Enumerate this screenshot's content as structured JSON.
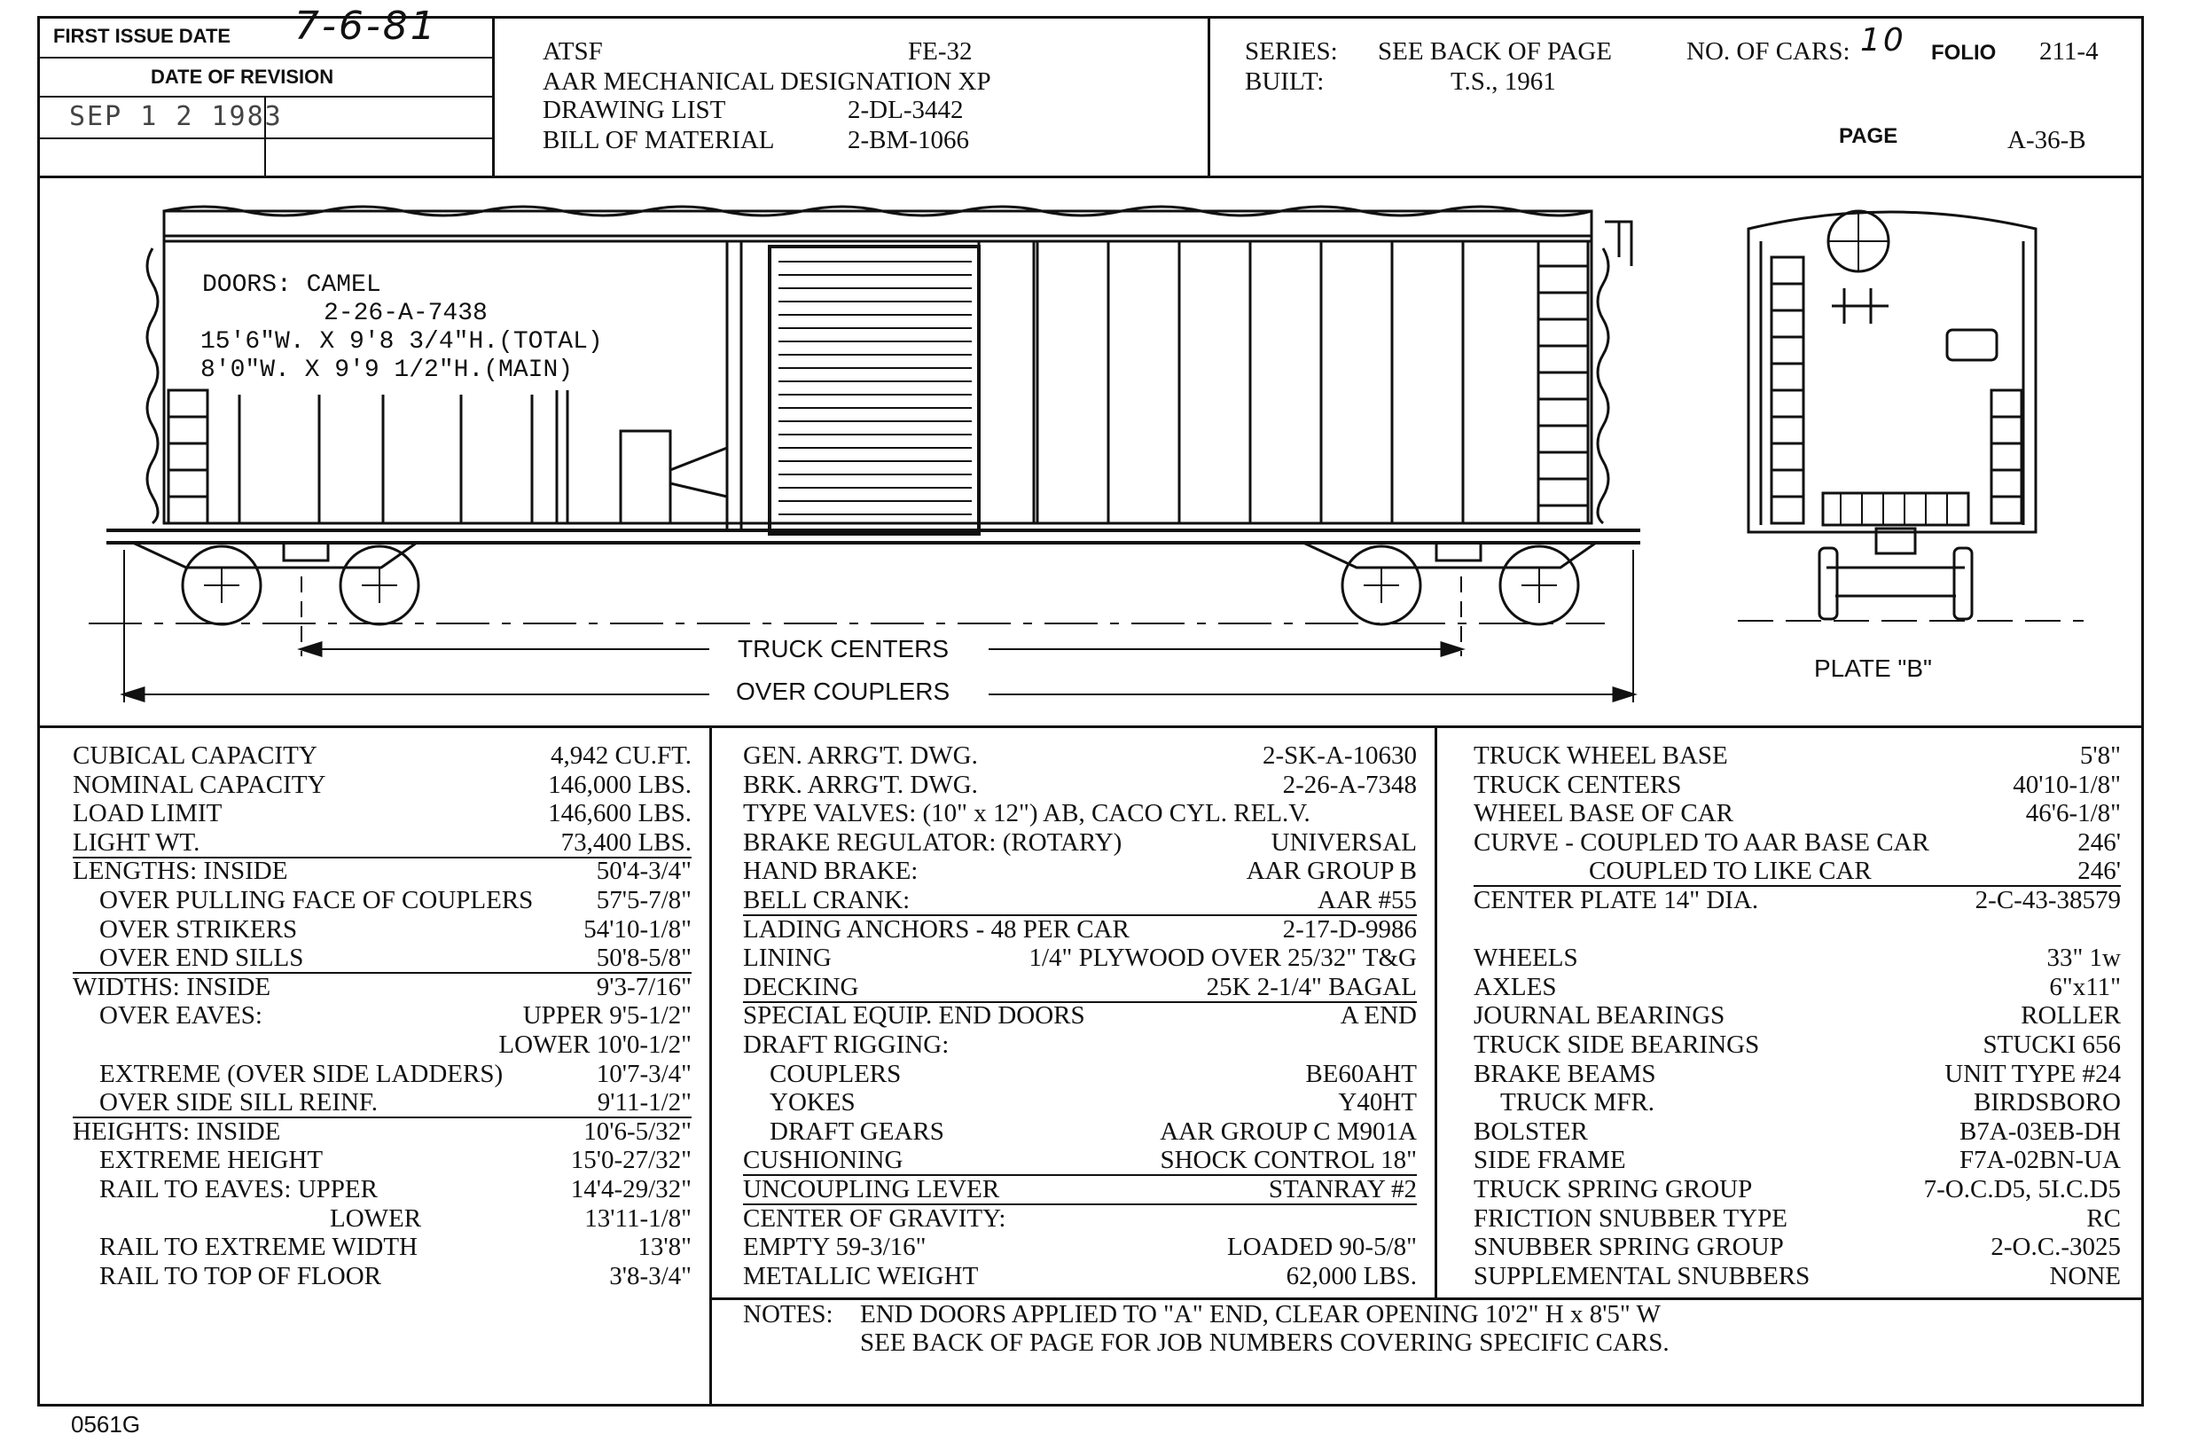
{
  "header": {
    "first_issue_label": "FIRST ISSUE DATE",
    "first_issue_date": "7-6-81",
    "date_of_revision_label": "DATE OF REVISION",
    "revision_stamp": "SEP 1 2 1983",
    "road": "ATSF",
    "class_code": "FE-32",
    "aar_designation": "AAR MECHANICAL DESIGNATION  XP",
    "drawing_list_label": "DRAWING LIST",
    "drawing_list_value": "2-DL-3442",
    "bill_label": "BILL OF MATERIAL",
    "bill_value": "2-BM-1066",
    "series_label": "SERIES:",
    "series_value": "SEE BACK OF PAGE",
    "built_label": "BUILT:",
    "built_value": "T.S., 1961",
    "cars_label": "NO. OF CARS:",
    "cars_value": "10",
    "folio_label": "FOLIO",
    "folio_value": "211-4",
    "page_label": "PAGE",
    "page_value": "A-36-B"
  },
  "drawing": {
    "doors_label": "DOORS: CAMEL",
    "doors_drawing": "2-26-A-7438",
    "doors_total": "15'6\"W. X 9'8 3/4\"H.(TOTAL)",
    "doors_main": "8'0\"W. X 9'9 1/2\"H.(MAIN)",
    "truck_centers": "TRUCK CENTERS",
    "over_couplers": "OVER COUPLERS",
    "plate": "PLATE \"B\""
  },
  "col1": [
    {
      "l": "CUBICAL CAPACITY",
      "r": "4,942 CU.FT.",
      "ul": false,
      "indent": 0
    },
    {
      "l": "NOMINAL CAPACITY",
      "r": "146,000 LBS.",
      "ul": false,
      "indent": 0
    },
    {
      "l": "LOAD LIMIT",
      "r": "146,600 LBS.",
      "ul": false,
      "indent": 0
    },
    {
      "l": "LIGHT WT.",
      "r": "73,400 LBS.",
      "ul": true,
      "indent": 0
    },
    {
      "l": "LENGTHS:  INSIDE",
      "r": "50'4-3/4\"",
      "ul": false,
      "indent": 0
    },
    {
      "l": "OVER PULLING FACE OF COUPLERS",
      "r": "57'5-7/8\"",
      "ul": false,
      "indent": 30
    },
    {
      "l": "OVER STRIKERS",
      "r": "54'10-1/8\"",
      "ul": false,
      "indent": 30
    },
    {
      "l": "OVER END SILLS",
      "r": "50'8-5/8\"",
      "ul": true,
      "indent": 30
    },
    {
      "l": "WIDTHS:  INSIDE",
      "r": "9'3-7/16\"",
      "ul": false,
      "indent": 0
    },
    {
      "l": "OVER EAVES:",
      "r": "UPPER 9'5-1/2\"",
      "ul": false,
      "indent": 30
    },
    {
      "l": "",
      "r": "LOWER 10'0-1/2\"",
      "ul": false,
      "indent": 30
    },
    {
      "l": "EXTREME (OVER SIDE LADDERS)",
      "r": "10'7-3/4\"",
      "ul": false,
      "indent": 30
    },
    {
      "l": "OVER SIDE SILL REINF.",
      "r": "9'11-1/2\"",
      "ul": true,
      "indent": 30
    },
    {
      "l": "HEIGHTS:  INSIDE",
      "r": "10'6-5/32\"",
      "ul": false,
      "indent": 0
    },
    {
      "l": "EXTREME HEIGHT",
      "r": "15'0-27/32\"",
      "ul": false,
      "indent": 30
    },
    {
      "l": "RAIL TO EAVES:  UPPER",
      "r": "14'4-29/32\"",
      "ul": false,
      "indent": 30
    },
    {
      "l": "LOWER",
      "r": "13'11-1/8\"",
      "ul": false,
      "indent": 290
    },
    {
      "l": "RAIL TO EXTREME WIDTH",
      "r": "13'8\"",
      "ul": false,
      "indent": 30
    },
    {
      "l": "RAIL TO TOP OF FLOOR",
      "r": "3'8-3/4\"",
      "ul": false,
      "indent": 30
    }
  ],
  "col2": [
    {
      "l": "GEN. ARRG'T. DWG.",
      "r": "2-SK-A-10630",
      "ul": false,
      "indent": 0
    },
    {
      "l": "BRK. ARRG'T. DWG.",
      "r": "2-26-A-7348",
      "ul": false,
      "indent": 0
    },
    {
      "l": "TYPE VALVES: (10\" x 12\") AB, CACO CYL. REL.V.",
      "r": "",
      "ul": false,
      "indent": 0
    },
    {
      "l": "BRAKE REGULATOR: (ROTARY)",
      "r": "UNIVERSAL",
      "ul": false,
      "indent": 0
    },
    {
      "l": "HAND BRAKE:",
      "r": "AAR GROUP B",
      "ul": false,
      "indent": 0
    },
    {
      "l": "BELL CRANK:",
      "r": "AAR #55",
      "ul": true,
      "indent": 0
    },
    {
      "l": "LADING ANCHORS - 48 PER CAR",
      "r": "2-17-D-9986",
      "ul": false,
      "indent": 0
    },
    {
      "l": "LINING",
      "r": "1/4\" PLYWOOD OVER 25/32\" T&G",
      "ul": false,
      "indent": 0
    },
    {
      "l": "DECKING",
      "r": "25K 2-1/4\" BAGAL",
      "ul": true,
      "indent": 0
    },
    {
      "l": "SPECIAL EQUIP. END DOORS",
      "r": "A END",
      "ul": false,
      "indent": 0
    },
    {
      "l": "DRAFT RIGGING:",
      "r": "",
      "ul": false,
      "indent": 0
    },
    {
      "l": "COUPLERS",
      "r": "BE60AHT",
      "ul": false,
      "indent": 30
    },
    {
      "l": "YOKES",
      "r": "Y40HT",
      "ul": false,
      "indent": 30
    },
    {
      "l": "DRAFT GEARS",
      "r": "AAR GROUP C M901A",
      "ul": false,
      "indent": 30
    },
    {
      "l": "CUSHIONING",
      "r": "SHOCK CONTROL 18\"",
      "ul": true,
      "indent": 0
    },
    {
      "l": "UNCOUPLING LEVER",
      "r": "STANRAY #2",
      "ul": true,
      "indent": 0
    },
    {
      "l": "CENTER OF GRAVITY:",
      "r": "",
      "ul": false,
      "indent": 0
    },
    {
      "l": "EMPTY  59-3/16\"",
      "r": "LOADED     90-5/8\"",
      "ul": false,
      "indent": 0
    },
    {
      "l": "METALLIC WEIGHT",
      "r": "62,000 LBS.",
      "ul": false,
      "indent": 0
    }
  ],
  "col3": [
    {
      "l": "TRUCK WHEEL BASE",
      "r": "5'8\"",
      "ul": false,
      "indent": 0
    },
    {
      "l": "TRUCK CENTERS",
      "r": "40'10-1/8\"",
      "ul": false,
      "indent": 0
    },
    {
      "l": "WHEEL BASE OF CAR",
      "r": "46'6-1/8\"",
      "ul": false,
      "indent": 0
    },
    {
      "l": "CURVE - COUPLED TO AAR BASE CAR",
      "r": "246'",
      "ul": false,
      "indent": 0
    },
    {
      "l": "COUPLED TO LIKE CAR",
      "r": "246'",
      "ul": true,
      "indent": 130
    },
    {
      "l": "CENTER PLATE     14\" DIA.",
      "r": "2-C-43-38579",
      "ul": false,
      "indent": 0
    },
    {
      "l": "",
      "r": "",
      "ul": false,
      "indent": 0
    },
    {
      "l": "WHEELS",
      "r": "33\" 1w",
      "ul": false,
      "indent": 0
    },
    {
      "l": "AXLES",
      "r": "6\"x11\"",
      "ul": false,
      "indent": 0
    },
    {
      "l": "JOURNAL BEARINGS",
      "r": "ROLLER",
      "ul": false,
      "indent": 0
    },
    {
      "l": "TRUCK SIDE BEARINGS",
      "r": "STUCKI 656",
      "ul": false,
      "indent": 0
    },
    {
      "l": "BRAKE BEAMS",
      "r": "UNIT TYPE #24",
      "ul": false,
      "indent": 0
    },
    {
      "l": "TRUCK MFR.",
      "r": "BIRDSBORO",
      "ul": false,
      "indent": 30
    },
    {
      "l": "BOLSTER",
      "r": "B7A-03EB-DH",
      "ul": false,
      "indent": 0
    },
    {
      "l": "SIDE FRAME",
      "r": "F7A-02BN-UA",
      "ul": false,
      "indent": 0
    },
    {
      "l": "TRUCK SPRING GROUP",
      "r": "7-O.C.D5, 5I.C.D5",
      "ul": false,
      "indent": 0
    },
    {
      "l": "FRICTION SNUBBER TYPE",
      "r": "RC",
      "ul": false,
      "indent": 0
    },
    {
      "l": "SNUBBER SPRING GROUP",
      "r": "2-O.C.-3025",
      "ul": false,
      "indent": 0
    },
    {
      "l": "SUPPLEMENTAL SNUBBERS",
      "r": "NONE",
      "ul": false,
      "indent": 0
    }
  ],
  "notes": {
    "label": "NOTES:",
    "line1": "END DOORS APPLIED TO \"A\" END, CLEAR OPENING 10'2\" H x 8'5\" W",
    "line2": "SEE BACK OF PAGE FOR JOB NUMBERS COVERING SPECIFIC CARS."
  },
  "footer_code": "0561G"
}
